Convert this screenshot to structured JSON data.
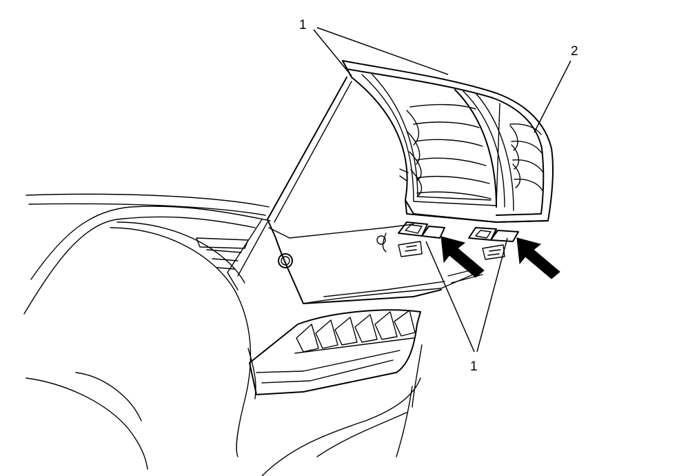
{
  "callouts": {
    "top_label": "1",
    "right_label": "2",
    "bottom_label": "1"
  },
  "colors": {
    "line": "#000000",
    "background": "#ffffff"
  }
}
